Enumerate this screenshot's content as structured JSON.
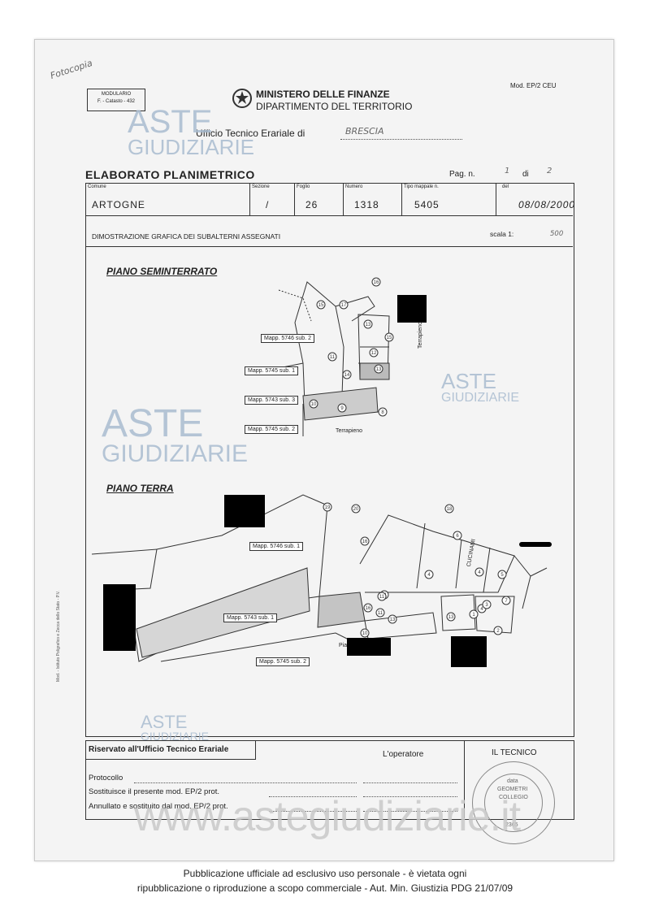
{
  "header": {
    "handwritten_note": "Fotocopia",
    "modulario": "MODULARIO\nF. - Catasto - 432",
    "ministry": "MINISTERO DELLE FINANZE",
    "department": "DIPARTIMENTO DEL TERRITORIO",
    "model_code": "Mod. EP/2 CEU",
    "office_label": "Ufficio Tecnico Erariale di",
    "office_city": "BRESCIA"
  },
  "title": "ELABORATO PLANIMETRICO",
  "page": {
    "label": "Pag. n.",
    "number": "1",
    "of_label": "di",
    "total": "2"
  },
  "fields": {
    "comune_label": "Comune",
    "comune": "ARTOGNE",
    "sezione_label": "Sezione",
    "sezione": "/",
    "foglio_label": "Foglio",
    "foglio": "26",
    "numero_label": "Numero",
    "numero": "1318",
    "tipo_label": "Tipo mappale n.",
    "tipo": "5405",
    "del_label": "del",
    "date": "08/08/2000"
  },
  "demo_label": "DIMOSTRAZIONE GRAFICA DEI SUBALTERNI ASSEGNATI",
  "scale_label": "scala 1:",
  "scale_value": "500",
  "plans": {
    "seminterrato": {
      "title": "PIANO SEMINTERRATO",
      "labels": [
        "Mapp. 5746 sub. 2",
        "Mapp. 5745 sub. 1",
        "Mapp. 5743 sub. 3",
        "Mapp. 5745 sub. 2",
        "Terrapieno",
        "Terrapieno"
      ],
      "numbers": [
        "16",
        "15",
        "17",
        "13",
        "12",
        "11",
        "14",
        "8",
        "10",
        "13",
        "9",
        "15"
      ]
    },
    "terra": {
      "title": "PIANO TERRA",
      "labels": [
        "Mapp. 5746 sub. 1",
        "Mapp. 5743 sub. 1",
        "Mapp. 5745 sub. 2",
        "CUCINAMI",
        "Piazza"
      ],
      "numbers": [
        "19",
        "20",
        "18",
        "16",
        "6",
        "11",
        "4",
        "4",
        "5",
        "4",
        "3",
        "7",
        "16",
        "11",
        "10",
        "13",
        "1",
        "2",
        "13",
        "11"
      ]
    }
  },
  "watermark": {
    "line1": "ASTE",
    "line2": "GIUDIZIARIE",
    "site": "www.astegiudiziarie.it"
  },
  "bottom": {
    "reserved_title": "Riservato all'Ufficio Tecnico Erariale",
    "operator_label": "L'operatore",
    "technician_label": "IL TECNICO",
    "protocollo": "Protocollo",
    "sostituisce": "Sostituisce il presente mod. EP/2 prot.",
    "annullato": "Annullato e sostituito dal mod. EP/2 prot.",
    "stamp_lines": [
      "GEOMETRI",
      "COLLEGIO",
      "data",
      "2365"
    ]
  },
  "side_note": "Mod. - Istituto Poligrafico e Zecca dello Stato - P.V.",
  "footer": {
    "line1": "Pubblicazione ufficiale ad esclusivo uso personale - è vietata ogni",
    "line2": "ripubblicazione o riproduzione a scopo commerciale - Aut. Min. Giustizia PDG 21/07/09"
  }
}
